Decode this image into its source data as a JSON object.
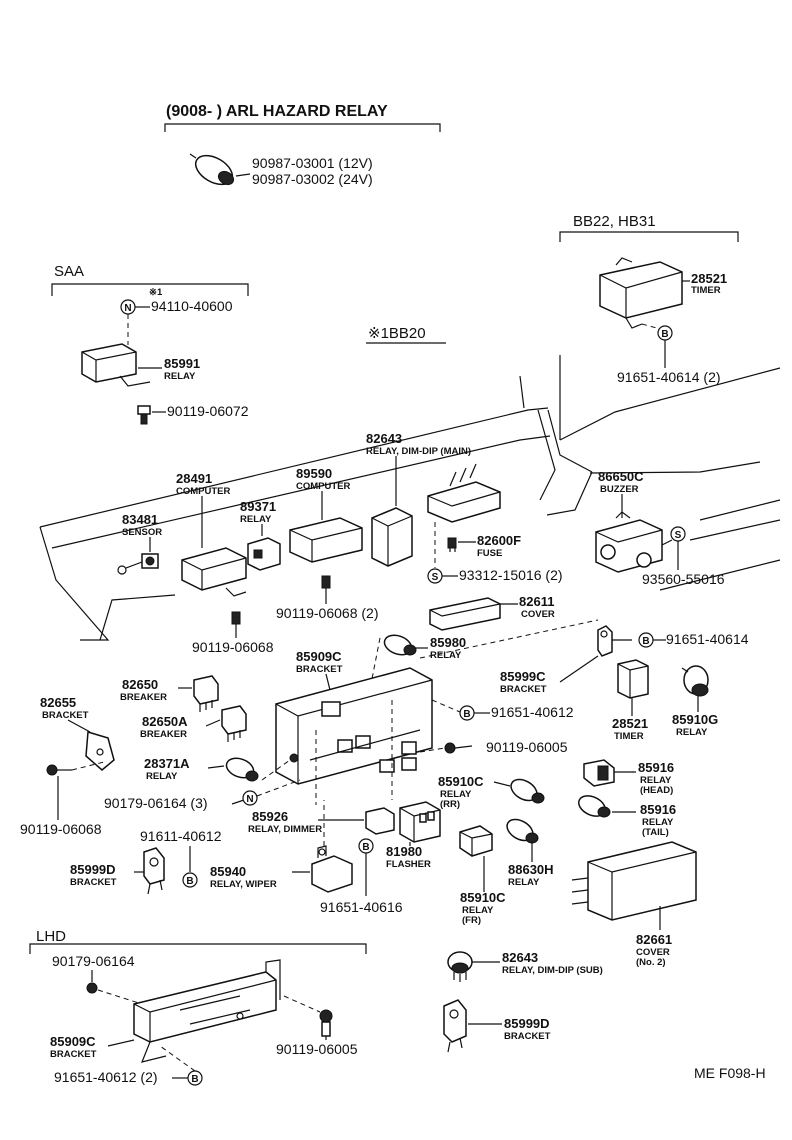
{
  "sections": {
    "hazard_header": "(9008-      ) ARL HAZARD RELAY",
    "saa_header": "SAA",
    "bb_header": "BB22, HB31",
    "bb20_note": "※1BB20",
    "lhd_header": "LHD",
    "star_note": "※1"
  },
  "parts": {
    "p90987_03001": "90987-03001 (12V)",
    "p90987_03002": "90987-03002 (24V)",
    "p94110": "94110-40600",
    "p85991": "85991",
    "p85991_sub": "RELAY",
    "p90119_06072": "90119-06072",
    "p28521_top": "28521",
    "p28521_top_sub": "TIMER",
    "p91651_40614_2": "91651-40614 (2)",
    "p82643_main": "82643",
    "p82643_main_sub": "RELAY, DIM-DIP (MAIN)",
    "p28491": "28491",
    "p28491_sub": "COMPUTER",
    "p89590": "89590",
    "p89590_sub": "COMPUTER",
    "p89371": "89371",
    "p89371_sub": "RELAY",
    "p83481": "83481",
    "p83481_sub": "SENSOR",
    "p86650c": "86650C",
    "p86650c_sub": "BUZZER",
    "p82600f": "82600F",
    "p82600f_sub": "FUSE",
    "p93312": "93312-15016 (2)",
    "p93560": "93560-55016",
    "p90119_06068_2": "90119-06068 (2)",
    "p82611": "82611",
    "p82611_sub": "COVER",
    "p90119_06068_a": "90119-06068",
    "p85980": "85980",
    "p85980_sub": "RELAY",
    "p91651_40614": "91651-40614",
    "p85909c": "85909C",
    "p85909c_sub": "BRACKET",
    "p82650": "82650",
    "p82650_sub": "BREAKER",
    "p82655": "82655",
    "p82655_sub": "BRACKET",
    "p82650a": "82650A",
    "p82650a_sub": "BREAKER",
    "p85999c": "85999C",
    "p85999c_sub": "BRACKET",
    "p91651_40612": "91651-40612",
    "p28521_mid": "28521",
    "p28521_mid_sub": "TIMER",
    "p85910g": "85910G",
    "p85910g_sub": "RELAY",
    "p28371a": "28371A",
    "p28371a_sub": "RELAY",
    "p90119_06005": "90119-06005",
    "p85916_head": "85916",
    "p85916_head_sub": "RELAY",
    "p85916_head_sub2": "(HEAD)",
    "p90179_06164_3": "90179-06164 (3)",
    "p85910c_rr": "85910C",
    "p85910c_rr_sub": "RELAY",
    "p85910c_rr_sub2": "(RR)",
    "p85916_tail": "85916",
    "p85916_tail_sub": "RELAY",
    "p85916_tail_sub2": "(TAIL)",
    "p90119_06068_b": "90119-06068",
    "p85926": "85926",
    "p85926_sub": "RELAY, DIMMER",
    "p91611_40612": "91611-40612",
    "p81980": "81980",
    "p81980_sub": "FLASHER",
    "p88630h": "88630H",
    "p88630h_sub": "RELAY",
    "p85999d": "85999D",
    "p85999d_sub": "BRACKET",
    "p85940": "85940",
    "p85940_sub": "RELAY, WIPER",
    "p85910c_fr": "85910C",
    "p85910c_fr_sub": "RELAY",
    "p85910c_fr_sub2": "(FR)",
    "p91651_40616": "91651-40616",
    "p82661": "82661",
    "p82661_sub": "COVER",
    "p82661_sub2": "(No. 2)",
    "p90179_06164": "90179-06164",
    "p82643_sub": "82643",
    "p82643_sub_sub": "RELAY, DIM-DIP (SUB)",
    "p85909c_lhd": "85909C",
    "p85909c_lhd_sub": "BRACKET",
    "p90119_06005_lhd": "90119-06005",
    "p85999d_b": "85999D",
    "p85999d_b_sub": "BRACKET",
    "p91651_40612_2": "91651-40612 (2)"
  },
  "markers": {
    "N": "N",
    "B": "B",
    "S": "S"
  },
  "footer": {
    "code": "ME F098-H"
  }
}
